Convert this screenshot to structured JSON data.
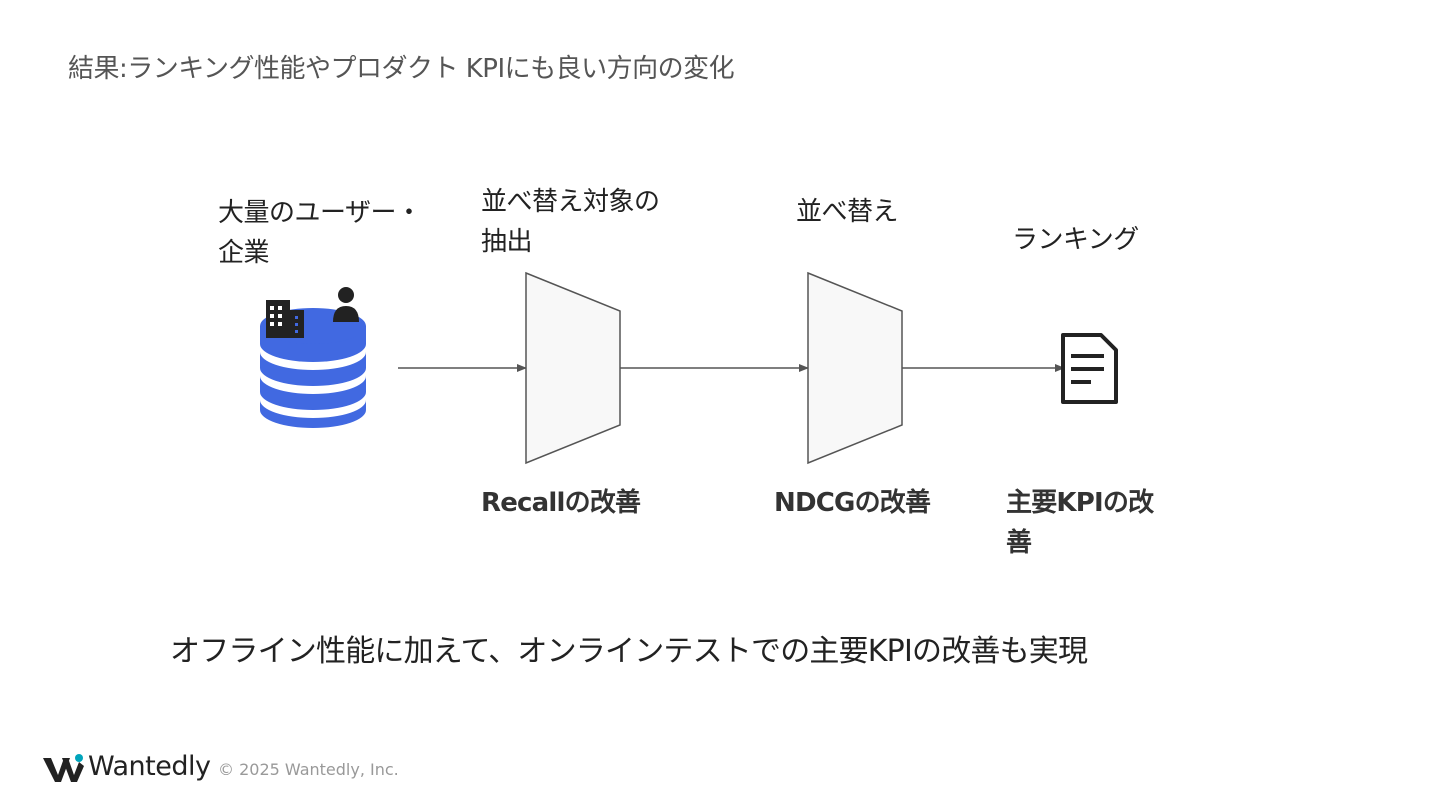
{
  "slide": {
    "title": "結果:ランキング性能やプロダクト KPIにも良い方向の変化",
    "summary": "オフライン性能に加えて、オンラインテストでの主要KPIの改善も実現"
  },
  "diagram": {
    "stages": [
      {
        "label_line1": "大量のユーザー・",
        "label_line2": "企業"
      },
      {
        "label_line1": "並べ替え対象の",
        "label_line2": "抽出",
        "result": "Recallの改善"
      },
      {
        "label_line1": "並べ替え",
        "result": "NDCGの改善"
      },
      {
        "label_line1": "ランキング",
        "result_line1": "主要KPIの改",
        "result_line2": "善"
      }
    ],
    "colors": {
      "database": "#4169e1",
      "funnel_fill": "#f8f8f8",
      "funnel_stroke": "#555555",
      "arrow": "#555555",
      "icon_dark": "#222222",
      "brand_accent": "#00a4bb"
    },
    "icons": [
      "database-icon",
      "building-icon",
      "person-icon",
      "document-icon"
    ]
  },
  "footer": {
    "brand": "Wantedly",
    "copyright": "© 2025 Wantedly, Inc."
  }
}
